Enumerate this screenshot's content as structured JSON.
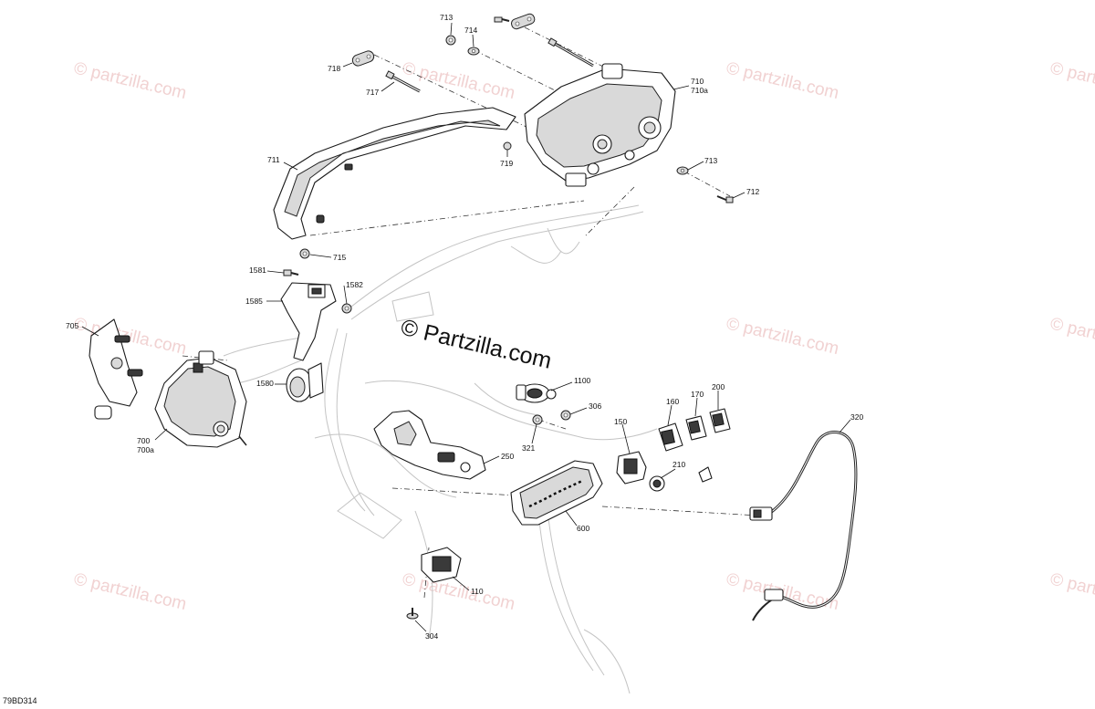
{
  "watermark": {
    "text": "© Partzilla.com",
    "faint_text": "© partzilla.com",
    "faint_color": "#f1d2d2"
  },
  "diagram_code": "79BD314",
  "callouts": {
    "c713a": "713",
    "c714": "714",
    "c718": "718",
    "c717": "717",
    "c710": "710",
    "c710a": "710a",
    "c711": "711",
    "c719": "719",
    "c713b": "713",
    "c712": "712",
    "c715": "715",
    "c1581": "1581",
    "c1582": "1582",
    "c1585": "1585",
    "c705": "705",
    "c1580": "1580",
    "c700": "700",
    "c700a": "700a",
    "c1100": "1100",
    "c306": "306",
    "c321": "321",
    "c160": "160",
    "c170": "170",
    "c200": "200",
    "c150": "150",
    "c250": "250",
    "c210": "210",
    "c320": "320",
    "c600": "600",
    "c110": "110",
    "c304": "304"
  }
}
